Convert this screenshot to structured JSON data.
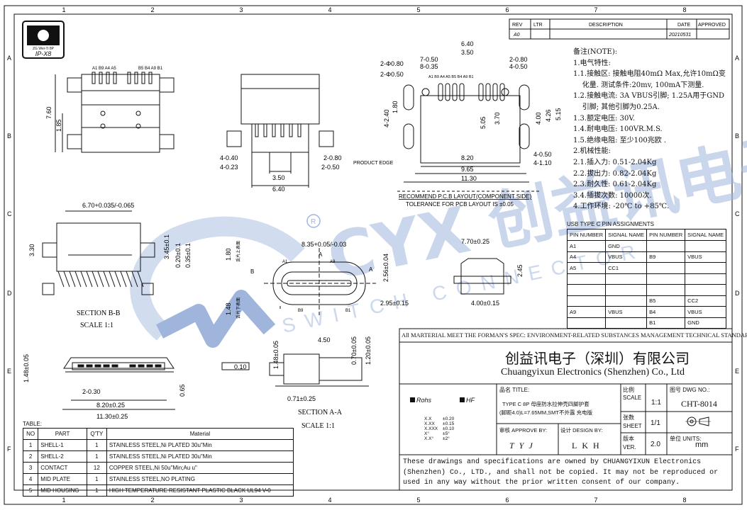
{
  "frame": {
    "top_numbers": [
      "1",
      "2",
      "3",
      "4",
      "5",
      "6",
      "7",
      "8"
    ],
    "bottom_numbers": [
      "1",
      "2",
      "3",
      "4",
      "5",
      "6",
      "7",
      "8"
    ],
    "side_letters": [
      "A",
      "B",
      "C",
      "D",
      "E",
      "F"
    ]
  },
  "logo": {
    "line1": "IP-X8",
    "small": "ZG Wei-Ti 8P"
  },
  "revision": {
    "headers": [
      "REV",
      "LTR",
      "DESCRIPTION",
      "DATE",
      "APPROVED"
    ],
    "row": [
      "A0",
      "",
      "",
      "20210531",
      ""
    ]
  },
  "notes": [
    "备注(NOTE):",
    "1.电气特性:",
    "1.1.接触区: 接触电阻40mΩ Max,允许10mΩ变",
    "    化量. 测试条件:20mv, 100mA下测量.",
    "1.2.接触电流: 3A VBUS引脚; 1.25A用于GND",
    "    引脚; 其他引脚为0.25A.",
    "1.3.额定电压: 30V.",
    "1.4.耐电电压: 100VR.M.S.",
    "1.5.绝缘电阻: 至少100兆欧 .",
    "2.机械性能:",
    "2.1.插入力: 0.51-2.04Kg",
    "2.2.拔出力: 0.82-2.04Kg",
    "2.3.耐久性: 0.61-2.04Kg",
    "3.4.插拔次数: 10000次.",
    "4.工作环境: -20℃ to +85℃."
  ],
  "pin_table": {
    "title": "USB TYPE C PIN ASSIGNMENTS",
    "headers": [
      "PIN NUMBER",
      "SIGNAL NAME",
      "PIN NUMBER",
      "SIGNAL NAME"
    ],
    "rows": [
      [
        "A1",
        "GND",
        "",
        ""
      ],
      [
        "A4",
        "VBUS",
        "B9",
        "VBUS"
      ],
      [
        "A5",
        "CC1",
        "",
        ""
      ],
      [
        "",
        "",
        "",
        ""
      ],
      [
        "",
        "",
        "",
        ""
      ],
      [
        "",
        "",
        "B5",
        "CC2"
      ],
      [
        "A9",
        "VBUS",
        "B4",
        "VBUS"
      ],
      [
        "",
        "",
        "B1",
        "GND"
      ]
    ]
  },
  "top_view": {
    "pin_labels_left": "A1 B9 A4 A5",
    "pin_labels_right": "B5 B4 A9 B1",
    "dims": [
      "7.60",
      "1.85"
    ]
  },
  "side_view": {
    "dims": [
      "4-0.40",
      "4-0.23",
      "2-0.80",
      "2-0.50",
      "3.50",
      "6.40"
    ]
  },
  "pcb": {
    "dims": [
      "6.40",
      "3.50",
      "7-0.50",
      "8-0.35",
      "2-0.80",
      "4-0.50",
      "2-Φ0.80",
      "2-Φ0.50",
      "4-2.40",
      "1.80",
      "5.05",
      "3.70",
      "4.00",
      "4.26",
      "5.15",
      "8.20",
      "9.65",
      "11.30",
      "4-0.50",
      "4-1.10"
    ],
    "pin_labels": "A1 B9 A4 A5   B5 B4 A9 B1",
    "product_edge": "PRODUCT EDGE",
    "caption1": "RECOMMEND P.C.B LAYOUT(COMPONENT SIDE)",
    "caption2": "TOLERANCE FOR PCB LAYOUT IS ±0.05"
  },
  "section_bb": {
    "dims": [
      "6.70+0.035/-0.065",
      "3.30",
      "3.45±0.1",
      "0.20±0.1",
      "0.35±0.1"
    ],
    "title": "SECTION B-B",
    "scale": "SCALE 1:1"
  },
  "front_view": {
    "dims": [
      "8.35+0.05/-0.03",
      "2.56±0.04",
      "1.80",
      "1.48",
      "2.95±0.15",
      "7.70±0.25",
      "4.00±0.15",
      "2.45"
    ],
    "labels": [
      "舌片上表面",
      "舌片下表面",
      "A1",
      "A9",
      "B9",
      "B1",
      "B",
      "A",
      "A"
    ]
  },
  "section_aa": {
    "dims": [
      "1.48±0.05",
      "0.65",
      "8.20±0.25",
      "11.30±0.25",
      "2-0.30",
      "4.50",
      "0.70±0.05",
      "1.20±0.05",
      "0.71±0.25",
      "0.10"
    ],
    "title": "SECTION A-A",
    "scale": "SCALE 1:1"
  },
  "material_table": {
    "caption": "TABLE:",
    "headers": [
      "NO",
      "PART",
      "Q'TY",
      "Material"
    ],
    "rows": [
      [
        "1",
        "SHELL-1",
        "1",
        "STAINLESS STEEL,Ni PLATED 30u\"Min"
      ],
      [
        "2",
        "SHELL-2",
        "1",
        "STAINLESS STEEL,Ni PLATED 30u\"Min"
      ],
      [
        "3",
        "CONTACT",
        "12",
        "COPPER STEEL,Ni 50u\"Min;Au u\""
      ],
      [
        "4",
        "MID PLATE",
        "1",
        "STAINLESS STEEL,NO PLATING"
      ],
      [
        "5",
        "MID HOUSING",
        "1",
        "HIGH TEMPERATURE RESISTANT PLASTIC BLACK UL94 V-0"
      ]
    ]
  },
  "title_block": {
    "spec_line": "All MARTERIAL MEET THE FORMAN'S SPEC: ENVIRONMENT-RELATED SUBSTANCES MANAGEMENT TECHNICAL STANDARD",
    "company_cn": "创益讯电子（深圳）有限公司",
    "company_en": "Chuangyixun Electronics (Shenzhen) Co., Ltd",
    "rohs": "Rohs",
    "hf": "HF",
    "title_label": "品名 TITLE:",
    "title_line1": "TYPE C 8P 母座防水拉伸壳四脚护套",
    "title_line2": "(脚距4.0)L=7.65MM,SMT不外露 充电版",
    "tolerances": [
      [
        "X.X",
        "±0.20"
      ],
      [
        "X.XX",
        "±0.15"
      ],
      [
        "X.XXX",
        "±0.10"
      ],
      [
        "X°",
        "±5°"
      ],
      [
        "X.X°",
        "±2°"
      ]
    ],
    "approve_label": "审核 APPROVE BY:",
    "design_label": "设计 DESIGN BY:",
    "approve": "TYJ",
    "design": "LKH",
    "scale_label": "比例 SCALE",
    "scale": "1:1",
    "sheet_label": "张数 SHEET",
    "sheet": "1/1",
    "ver_label": "版本 VER.",
    "ver": "2.0",
    "dwg_label": "图号 DWG NO.:",
    "dwg_no": "CHT-8014",
    "units_label": "单位 UNITS:",
    "units": "mm",
    "disclaimer": "These drawings and specifications are owned by CHUANGYIXUN Electronics (Shenzhen) Co., LTD., and shall not be copied. It may not be reproduced or used in any way without the prior written consent of our company."
  },
  "watermark": {
    "text": "CYX 创益讯电子",
    "sub": "SWITCH CONNECTOR"
  },
  "colors": {
    "line": "#111111",
    "watermark": "#3f6fb5",
    "watermark_light": "#c9d6ec"
  }
}
